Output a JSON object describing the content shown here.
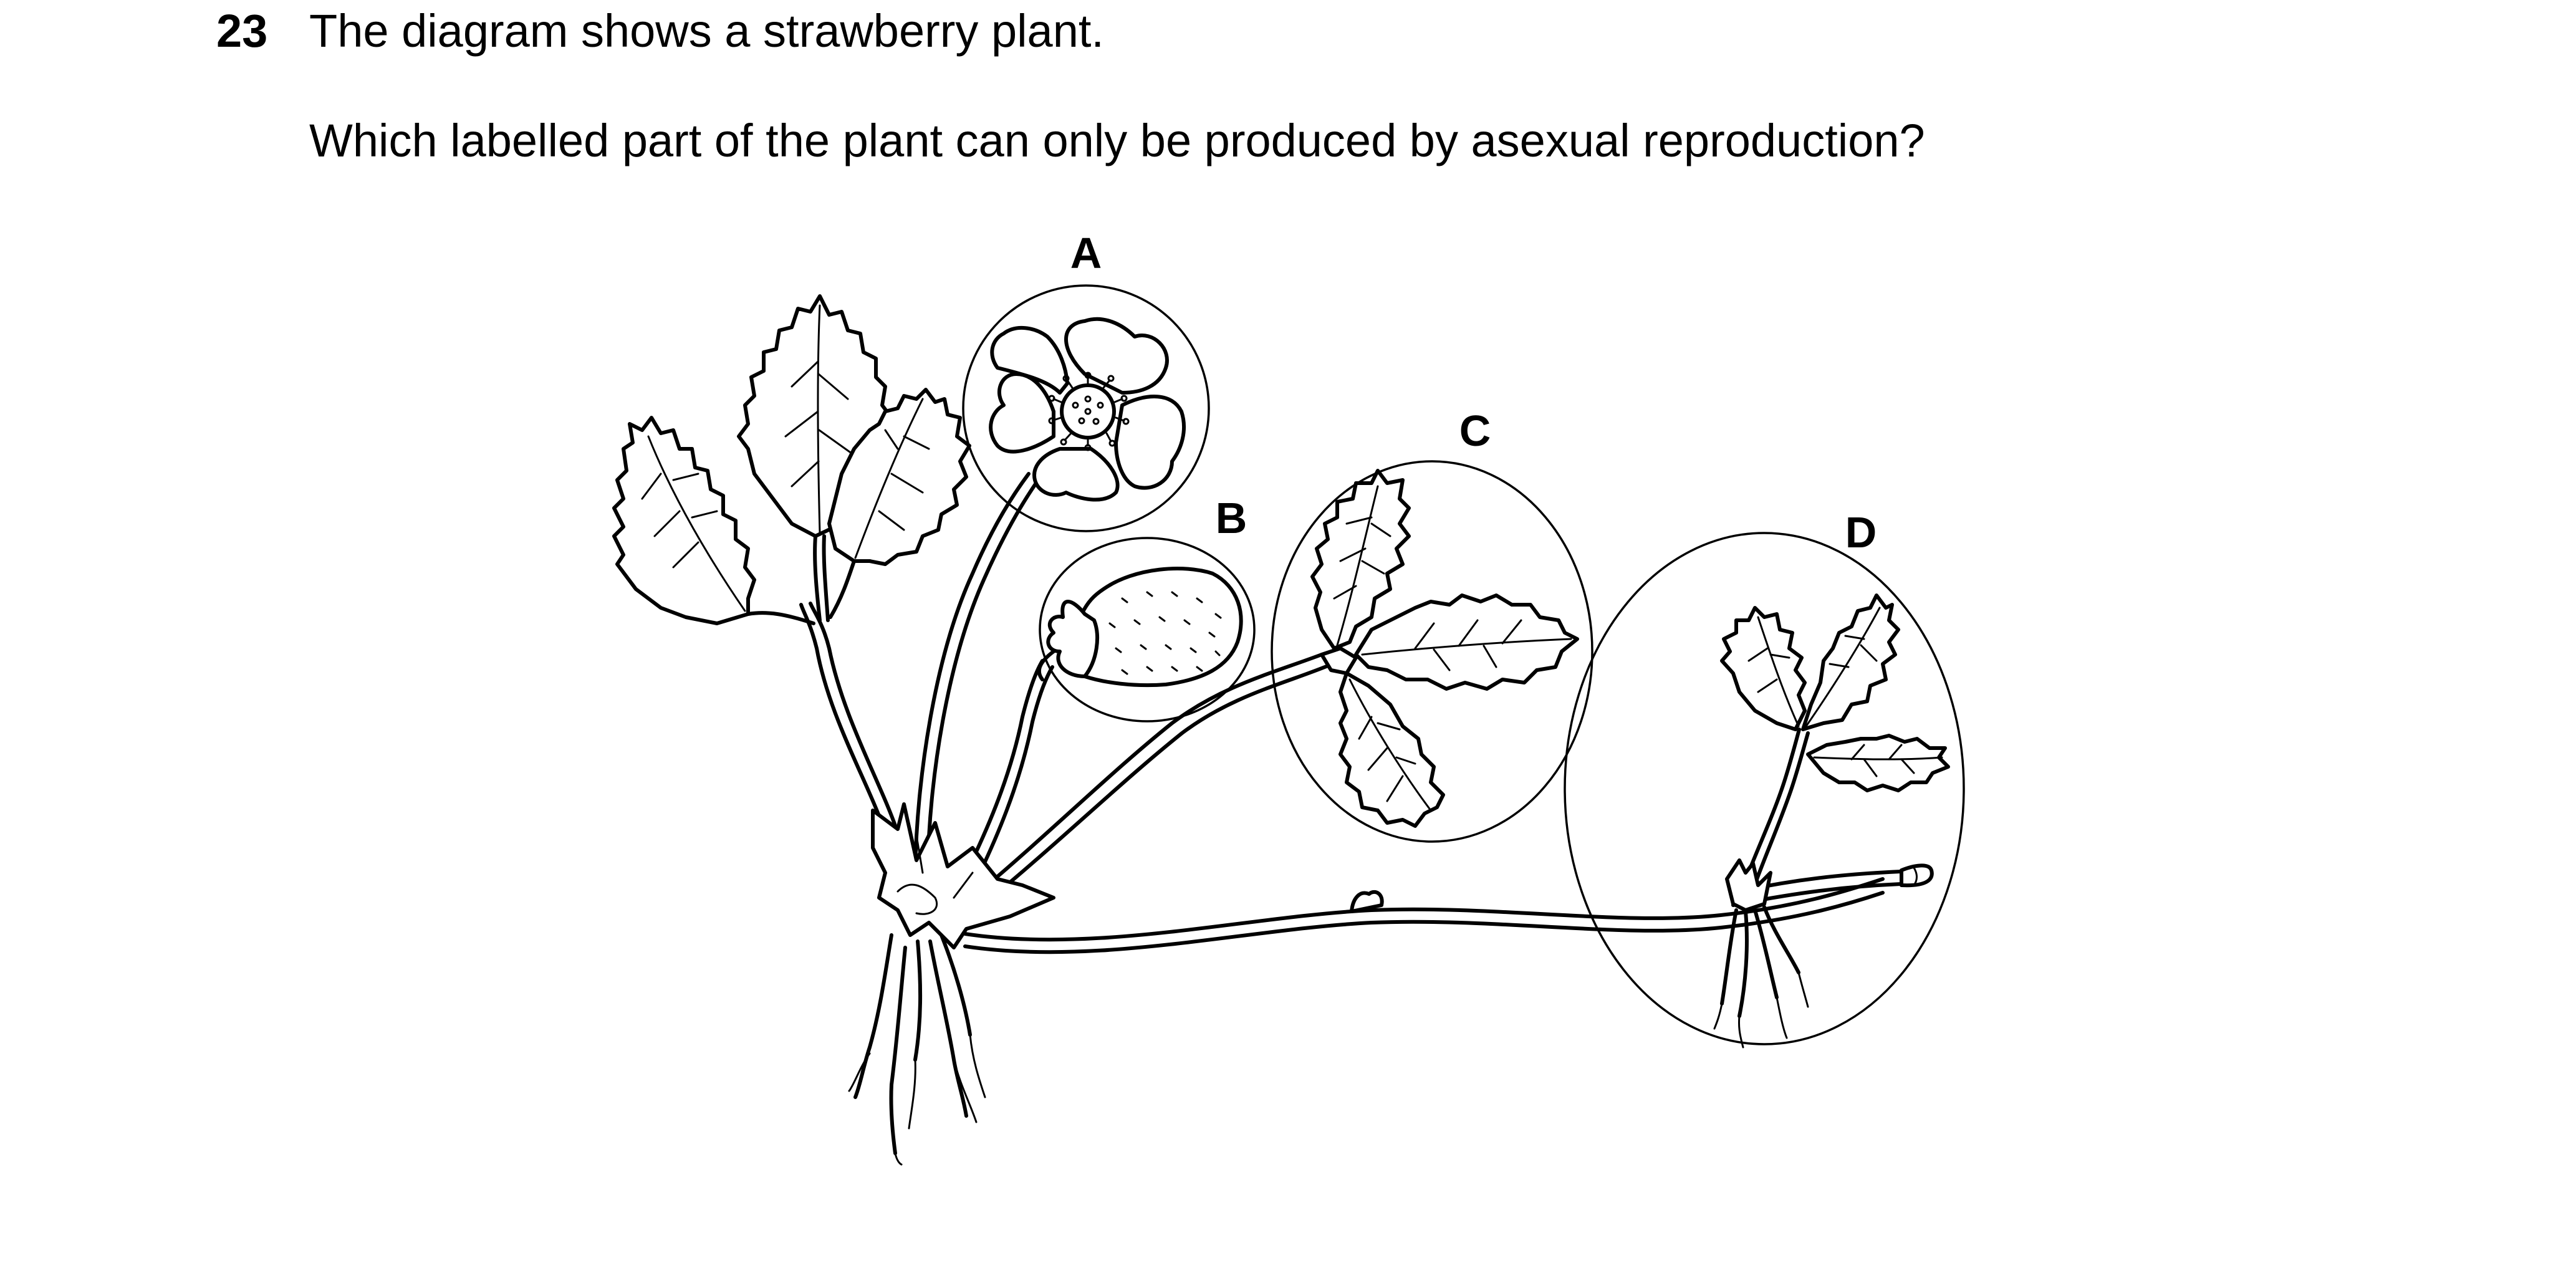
{
  "question": {
    "number": "23",
    "stem": "The diagram shows a strawberry plant.",
    "prompt": "Which labelled part of the plant can only be produced by asexual reproduction?"
  },
  "diagram": {
    "labels": {
      "a": "A",
      "b": "B",
      "c": "C",
      "d": "D"
    }
  }
}
